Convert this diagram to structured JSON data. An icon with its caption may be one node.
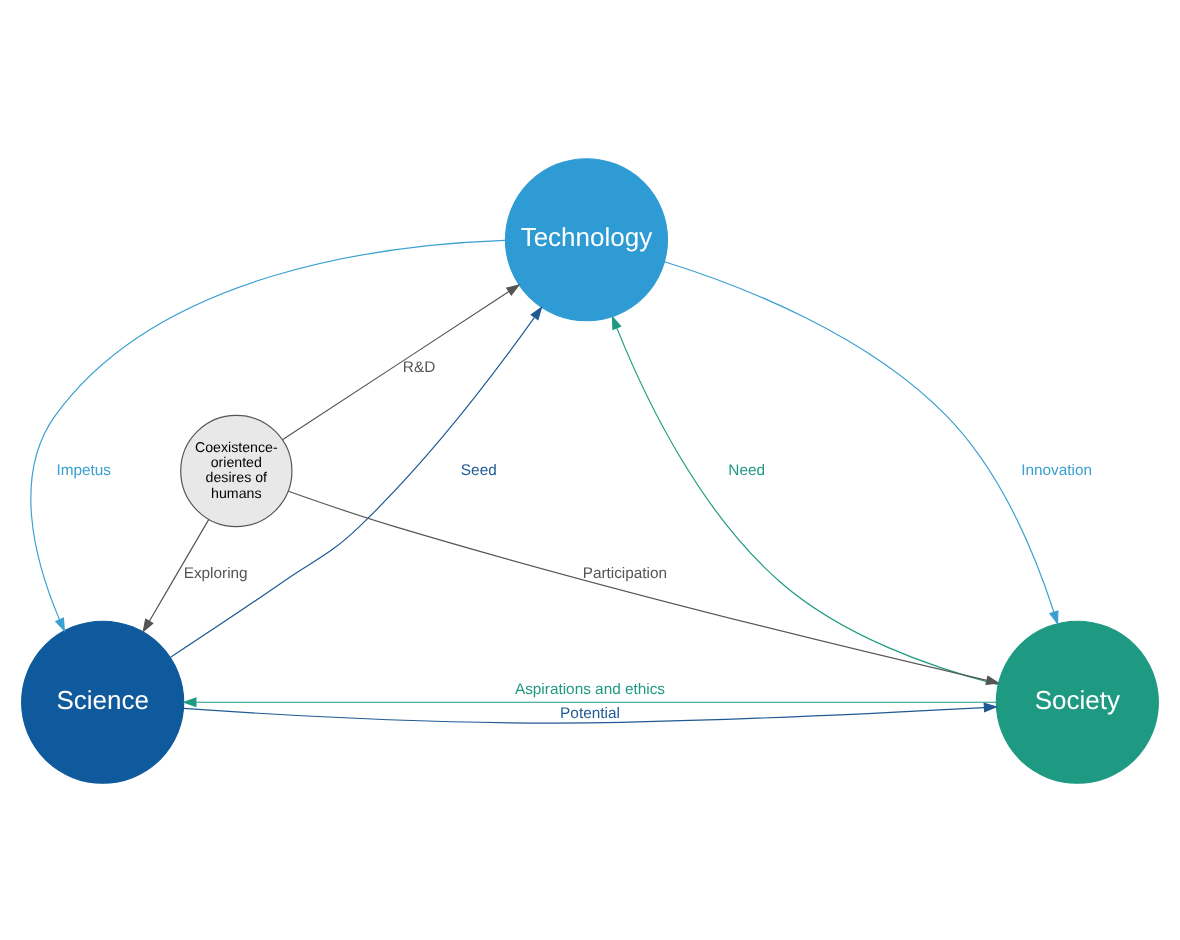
{
  "diagram": {
    "nodes": [
      {
        "text": [
          "Technology"
        ]
      },
      {
        "text": [
          "Science"
        ]
      },
      {
        "text": [
          "Society"
        ]
      },
      {
        "text": [
          "Coexistence-oriented desires of humans"
        ]
      }
    ],
    "edges": [
      {
        "from": 1,
        "to": 0,
        "arrow": "to",
        "label": "Seed",
        "color": "#1f5a94"
      },
      {
        "from": 0,
        "to": 1,
        "arrow": "to",
        "label": "Impetus",
        "color": "#3aa0cf"
      },
      {
        "from": 0,
        "to": 2,
        "arrow": "to",
        "label": "Innovation",
        "color": "#3aa0cf"
      },
      {
        "from": 2,
        "to": 0,
        "arrow": "to",
        "label": "Need",
        "color": "#1e9a82"
      },
      {
        "from": 3,
        "to": 0,
        "arrow": "to",
        "label": "R&D",
        "color": "#555555"
      },
      {
        "from": 3,
        "to": 1,
        "arrow": "to",
        "label": "Exploring",
        "color": "#555555"
      },
      {
        "from": 3,
        "to": 2,
        "arrow": "to",
        "label": "Participation",
        "color": "#555555"
      },
      {
        "from": 1,
        "to": 2,
        "arrow": "to",
        "label": "Potential",
        "color": "#1f5a94"
      },
      {
        "from": 2,
        "to": 1,
        "arrow": "to",
        "label": "Aspirations and ethics",
        "color": "#1e9a82"
      }
    ]
  }
}
